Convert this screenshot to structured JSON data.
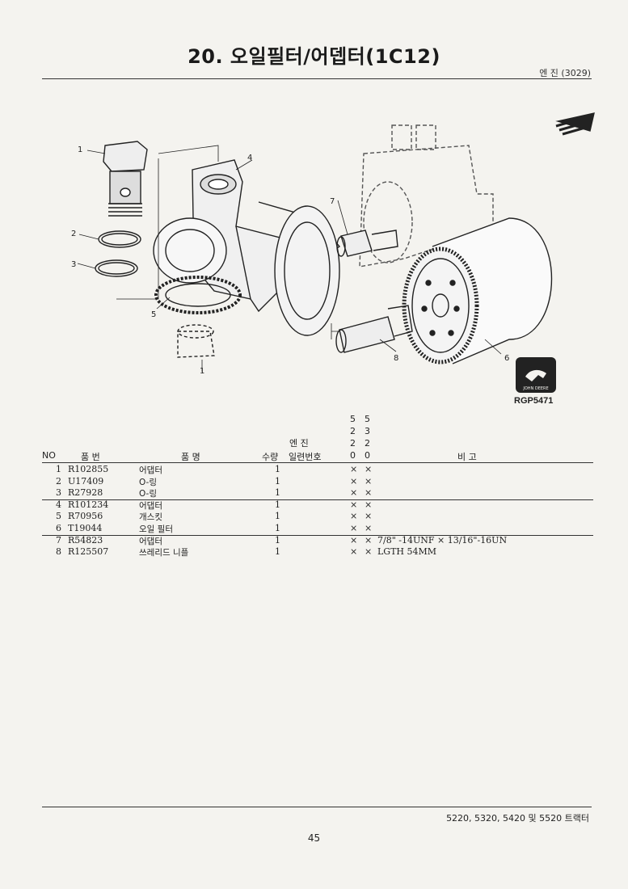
{
  "title": "20. 오일필터/어뎁터(1C12)",
  "section_ref": "엔 진 (3029)",
  "figure": {
    "code": "RGP5471",
    "logo_text": "JOHN DEERE",
    "callouts": [
      "1",
      "2",
      "3",
      "4",
      "5",
      "6",
      "7",
      "8",
      "1"
    ]
  },
  "table": {
    "headers": {
      "no": "NO",
      "part_no": "품  번",
      "name": "품      명",
      "qty": "수량",
      "serial_top": "엔    진",
      "serial": "일련번호",
      "remarks": "비          고"
    },
    "models_col1": [
      "5",
      "2",
      "2",
      "0"
    ],
    "models_col2": [
      "5",
      "3",
      "2",
      "0"
    ],
    "rows": [
      {
        "no": "1",
        "part": "R102855",
        "name": "어댑터",
        "qty": "1",
        "m1": "×",
        "m2": "×",
        "remark": ""
      },
      {
        "no": "2",
        "part": "U17409",
        "name": "O-링",
        "qty": "1",
        "m1": "×",
        "m2": "×",
        "remark": ""
      },
      {
        "no": "3",
        "part": "R27928",
        "name": "O-링",
        "qty": "1",
        "m1": "×",
        "m2": "×",
        "remark": ""
      },
      {
        "no": "4",
        "part": "R101234",
        "name": "어댑터",
        "qty": "1",
        "m1": "×",
        "m2": "×",
        "remark": ""
      },
      {
        "no": "5",
        "part": "R70956",
        "name": "개스킷",
        "qty": "1",
        "m1": "×",
        "m2": "×",
        "remark": ""
      },
      {
        "no": "6",
        "part": "T19044",
        "name": "오일 필터",
        "qty": "1",
        "m1": "×",
        "m2": "×",
        "remark": ""
      },
      {
        "no": "7",
        "part": "R54823",
        "name": "어댑터",
        "qty": "1",
        "m1": "×",
        "m2": "×",
        "remark": "7/8\" -14UNF × 13/16\"-16UN"
      },
      {
        "no": "8",
        "part": "R125507",
        "name": "쓰레리드 니플",
        "qty": "1",
        "m1": "×",
        "m2": "×",
        "remark": "LGTH 54MM"
      }
    ]
  },
  "footer": {
    "models": "5220, 5320, 5420 및 5520 트랙터",
    "page": "45"
  }
}
